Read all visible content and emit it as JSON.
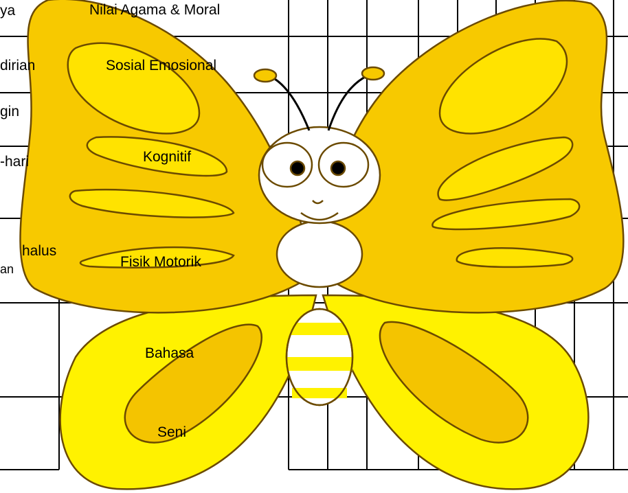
{
  "table": {
    "left_fragments": [
      "ya",
      "dirian",
      "gin",
      "-hari",
      "halus",
      "an"
    ],
    "aspects": [
      "Nilai Agama & Moral",
      "Sosial Emosional",
      "Kognitif",
      "Fisik Motorik",
      "Bahasa",
      "Seni"
    ]
  },
  "colors": {
    "wing_outer": "#F7C900",
    "wing_upper_fill": "#F9C80E",
    "wing_lower_fill": "#FFF200",
    "wing_spot": "#FFE300",
    "lower_spot": "#F4C400",
    "outline": "#6B4A00",
    "body_stripe": "#FFF200",
    "grid_line": "#000000"
  }
}
